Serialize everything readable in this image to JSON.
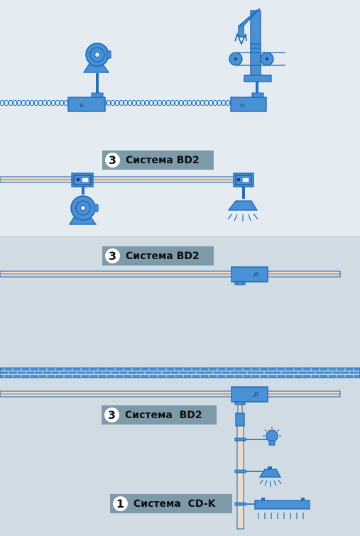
{
  "colors": {
    "top_panel": "#e4ecf2",
    "bottom_panel": "#d0dbe3",
    "device_blue": "#4a90d4",
    "device_stroke": "#1565b8",
    "busbar_fill": "#f2d9c4",
    "label_bg": "#7d9aa9"
  },
  "labels": [
    {
      "number": "3",
      "text": "Система BD2"
    },
    {
      "number": "3",
      "text": "Система BD2"
    },
    {
      "number": "3",
      "text": "Система  BD2"
    },
    {
      "number": "1",
      "text": "Система  CD-K"
    }
  ]
}
